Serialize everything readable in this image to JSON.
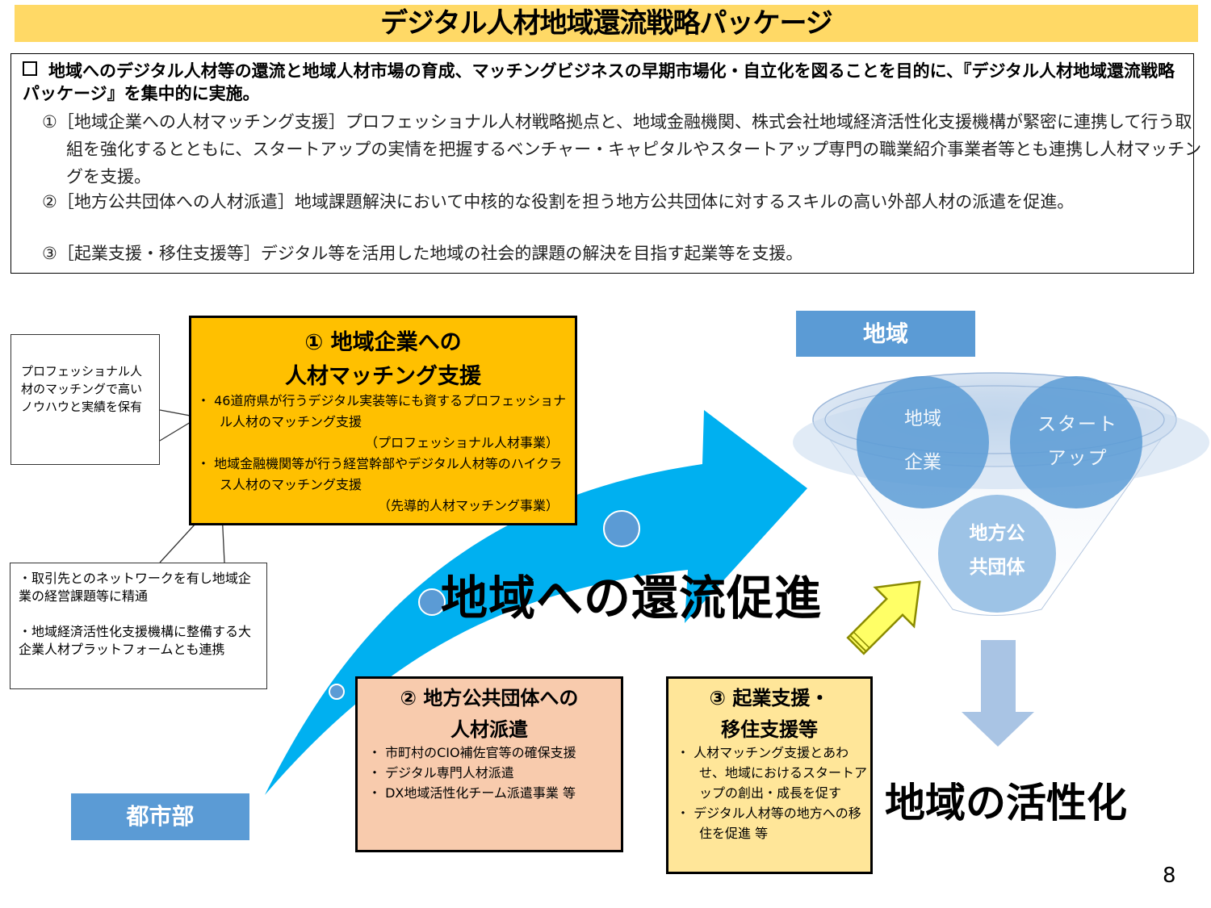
{
  "title": "デジタル人材地域還流戦略パッケージ",
  "summary": {
    "intro": "地域へのデジタル人材等の還流と地域人材市場の育成、マッチングビジネスの早期市場化・自立化を図ることを目的に、『デジタル人材地域還流戦略パッケージ』を集中的に実施。",
    "items": [
      "①［地域企業への人材マッチング支援］プロフェッショナル人材戦略拠点と、地域金融機関、株式会社地域経済活性化支援機構が緊密に連携して行う取組を強化するとともに、スタートアップの実情を把握するベンチャー・キャピタルやスタートアップ専門の職業紹介事業者等とも連携し人材マッチングを支援。",
      "②［地方公共団体への人材派遣］地域課題解決において中核的な役割を担う地方公共団体に対するスキルの高い外部人材の派遣を促進。",
      "③［起業支援・移住支援等］デジタル等を活用した地域の社会的課題の解決を目指す起業等を支援。"
    ]
  },
  "box1": {
    "title_line1": "①  地域企業への",
    "title_line2": "人材マッチング支援",
    "bullet1": "・ 46道府県が行うデジタル実装等にも資するプロフェッショナル人材のマッチング支援",
    "bullet1_note": "（プロフェッショナル人材事業）",
    "bullet2": "・ 地域金融機関等が行う経営幹部やデジタル人材等のハイクラス人材のマッチング支援",
    "bullet2_note": "（先導的人材マッチング事業）"
  },
  "callout1": "プロフェッショナル人材のマッチングで高いノウハウと実績を保有",
  "callout2": {
    "p1": "・取引先とのネットワークを有し地域企業の経営課題等に精通",
    "p2": "・地域経済活性化支援機構に整備する大企業人材プラットフォームとも連携"
  },
  "box2": {
    "title_line1": "②  地方公共団体への",
    "title_line2": "人材派遣",
    "bullets": [
      "・ 市町村のCIO補佐官等の確保支援",
      "・ デジタル専門人材派遣",
      "・ DX地域活性化チーム派遣事業  等"
    ]
  },
  "box3": {
    "title_line1": "③  起業支援・",
    "title_line2": "移住支援等",
    "bullets": [
      "・ 人材マッチング支援とあわせ、地域におけるスタートアップの創出・成長を促す",
      "・ デジタル人材等の地方への移住を促進  等"
    ]
  },
  "region_label": "地域",
  "city_label": "都市部",
  "promotion_text": "地域への還流促進",
  "activation_text": "地域の活性化",
  "circles": {
    "c1": [
      "地域",
      "企業"
    ],
    "c2": [
      "スタート",
      "アップ"
    ],
    "c3": [
      "地方公",
      "共団体"
    ]
  },
  "page_number": "8",
  "colors": {
    "title_bar": "#FFD966",
    "box1": "#FFC000",
    "box2": "#F8CBAD",
    "box3": "#FFE699",
    "label_blue": "#5B9BD5",
    "arrow_blue": "#00B0F0",
    "yellow_arrow": "#FFFF66",
    "down_arrow": "#A9C4E4"
  }
}
